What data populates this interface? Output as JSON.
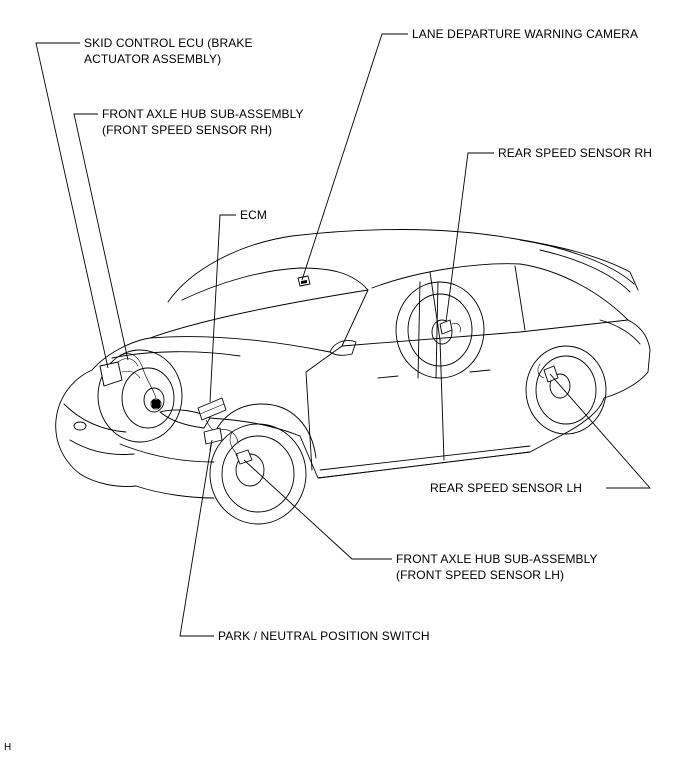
{
  "labels": {
    "skid_control_ecu": [
      "SKID CONTROL ECU (BRAKE",
      "ACTUATOR ASSEMBLY)"
    ],
    "lane_camera": "LANE DEPARTURE WARNING CAMERA",
    "front_hub_rh": [
      "FRONT AXLE HUB SUB-ASSEMBLY",
      "(FRONT SPEED SENSOR RH)"
    ],
    "rear_sensor_rh": "REAR SPEED SENSOR RH",
    "ecm": "ECM",
    "rear_sensor_lh": "REAR SPEED SENSOR LH",
    "front_hub_lh": [
      "FRONT AXLE HUB SUB-ASSEMBLY",
      "(FRONT SPEED SENSOR LH)"
    ],
    "park_neutral_switch": "PARK / NEUTRAL POSITION SWITCH"
  },
  "figure_code": "H"
}
